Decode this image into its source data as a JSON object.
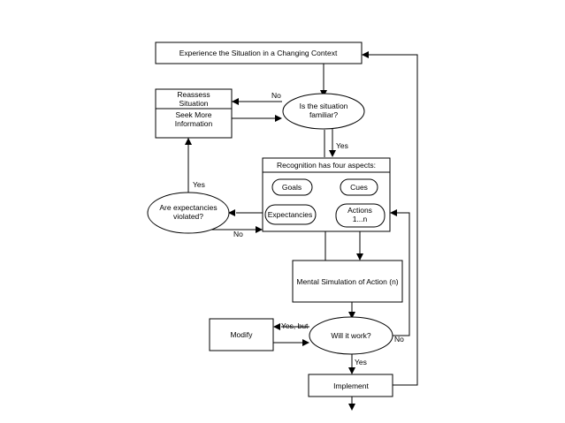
{
  "nodes": {
    "experience": "Experience the Situation in a Changing Context",
    "reassess_1": "Reassess",
    "reassess_2": "Situation",
    "seek_1": "Seek More",
    "seek_2": "Information",
    "familiar_1": "Is the situation",
    "familiar_2": "familiar?",
    "recognition": "Recognition has four aspects:",
    "goals": "Goals",
    "cues": "Cues",
    "expectancies": "Expectancies",
    "actions_1": "Actions",
    "actions_2": "1...n",
    "violated_1": "Are expectancies",
    "violated_2": "violated?",
    "simulation": "Mental Simulation of Action (n)",
    "modify": "Modify",
    "work": "Will it work?",
    "implement": "Implement"
  },
  "labels": {
    "no_familiar": "No",
    "yes_familiar": "Yes",
    "yes_violated": "Yes",
    "no_violated": "No",
    "yes_but": "Yes, but",
    "no_work": "No",
    "yes_work": "Yes"
  }
}
